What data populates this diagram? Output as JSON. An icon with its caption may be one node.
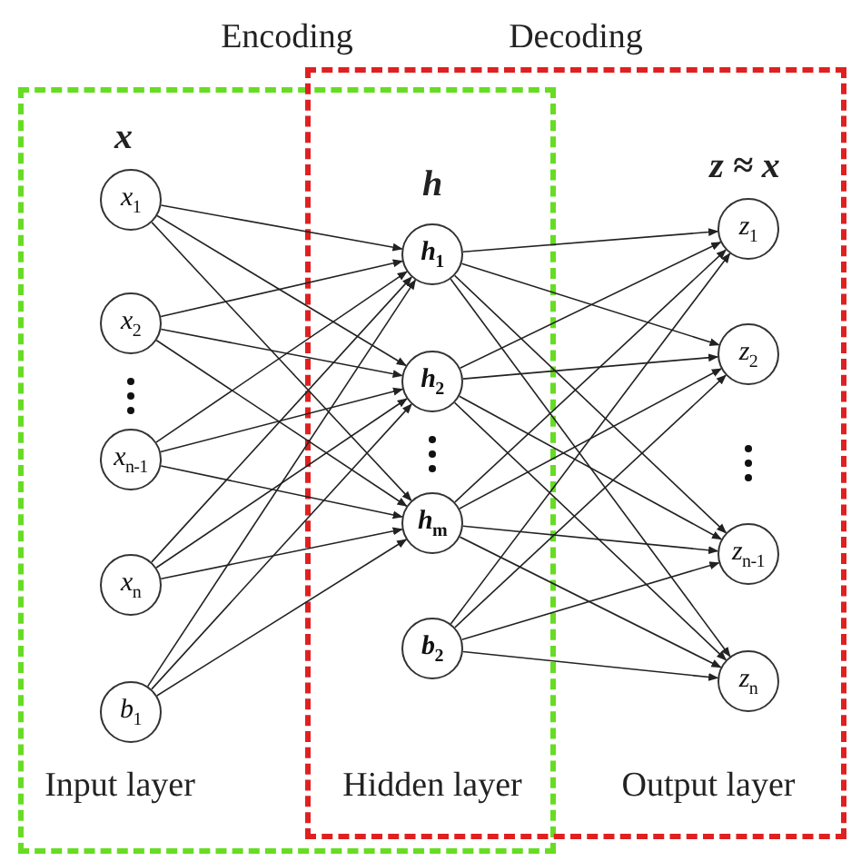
{
  "diagram": {
    "nodes": [
      {
        "text": [
          "Encoding"
        ]
      },
      {
        "text": [
          "Decoding"
        ]
      },
      {
        "text": [
          "x$_{1}$"
        ],
        "in": 0
      },
      {
        "text": [
          "x$_{2}$"
        ],
        "in": 0
      },
      {
        "text": [
          "x$_{n-1}$"
        ],
        "in": 0
      },
      {
        "text": [
          "x$_{n}$"
        ],
        "in": 0
      },
      {
        "text": [
          "b$_{1}$"
        ],
        "in": 0
      },
      {
        "text": [
          "h$_{1}$"
        ]
      },
      {
        "text": [
          "h$_{2}$"
        ]
      },
      {
        "text": [
          "h$_{m}$"
        ]
      },
      {
        "text": [
          "b$_{2}$"
        ]
      },
      {
        "text": [
          "z$_{1}$"
        ],
        "in": 1
      },
      {
        "text": [
          "z$_{2}$"
        ],
        "in": 1
      },
      {
        "text": [
          "z$_{n-1}$"
        ],
        "in": 1
      },
      {
        "text": [
          "z$_{n}$"
        ],
        "in": 1
      }
    ],
    "edges": [
      {
        "from": 2,
        "to": 7,
        "arrow": "to"
      },
      {
        "from": 2,
        "to": 8,
        "arrow": "to"
      },
      {
        "from": 2,
        "to": 9,
        "arrow": "to"
      },
      {
        "from": 3,
        "to": 7,
        "arrow": "to"
      },
      {
        "from": 3,
        "to": 8,
        "arrow": "to"
      },
      {
        "from": 3,
        "to": 9,
        "arrow": "to"
      },
      {
        "from": 4,
        "to": 7,
        "arrow": "to"
      },
      {
        "from": 4,
        "to": 8,
        "arrow": "to"
      },
      {
        "from": 4,
        "to": 9,
        "arrow": "to"
      },
      {
        "from": 5,
        "to": 7,
        "arrow": "to"
      },
      {
        "from": 5,
        "to": 8,
        "arrow": "to"
      },
      {
        "from": 5,
        "to": 9,
        "arrow": "to"
      },
      {
        "from": 6,
        "to": 7,
        "arrow": "to"
      },
      {
        "from": 6,
        "to": 8,
        "arrow": "to"
      },
      {
        "from": 6,
        "to": 9,
        "arrow": "to"
      },
      {
        "from": 7,
        "to": 11,
        "arrow": "to"
      },
      {
        "from": 7,
        "to": 12,
        "arrow": "to"
      },
      {
        "from": 7,
        "to": 13,
        "arrow": "to"
      },
      {
        "from": 7,
        "to": 14,
        "arrow": "to"
      },
      {
        "from": 8,
        "to": 11,
        "arrow": "to"
      },
      {
        "from": 8,
        "to": 12,
        "arrow": "to"
      },
      {
        "from": 8,
        "to": 13,
        "arrow": "to"
      },
      {
        "from": 8,
        "to": 14,
        "arrow": "to"
      },
      {
        "from": 9,
        "to": 11,
        "arrow": "to"
      },
      {
        "from": 9,
        "to": 12,
        "arrow": "to"
      },
      {
        "from": 9,
        "to": 13,
        "arrow": "to"
      },
      {
        "from": 9,
        "to": 14,
        "arrow": "to"
      },
      {
        "from": 10,
        "to": 11,
        "arrow": "to"
      },
      {
        "from": 10,
        "to": 12,
        "arrow": "to"
      },
      {
        "from": 10,
        "to": 13,
        "arrow": "to"
      },
      {
        "from": 10,
        "to": 14,
        "arrow": "to"
      }
    ],
    "labels": [
      "x",
      "h",
      "z ≈ x",
      "Input layer",
      "Hidden layer",
      "Output layer"
    ]
  }
}
